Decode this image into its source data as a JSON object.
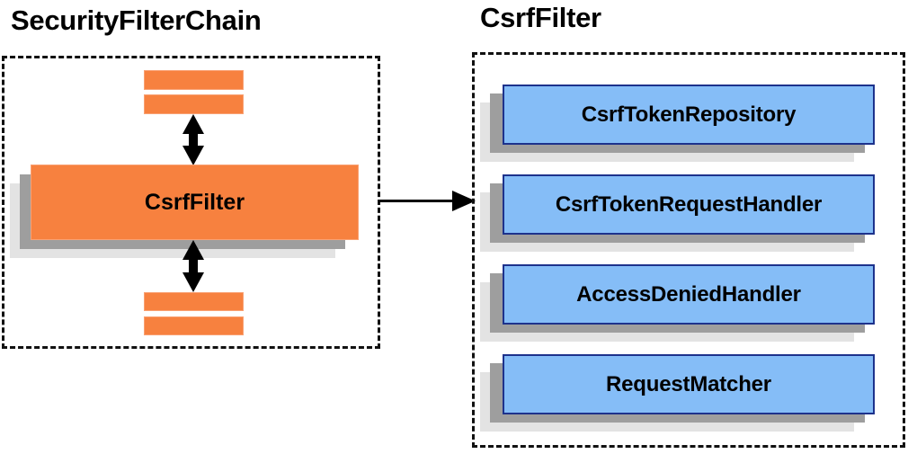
{
  "diagram": {
    "type": "component-relationship-diagram",
    "background_color": "#ffffff",
    "panels": [
      {
        "id": "security-filter-chain",
        "title": "SecurityFilterChain",
        "border_style": "dashed",
        "border_color": "#111111",
        "nodes": [
          {
            "id": "filter-bar-1",
            "label": "",
            "shape": "bar",
            "color": "#f7813f"
          },
          {
            "id": "filter-bar-2",
            "label": "",
            "shape": "bar",
            "color": "#f7813f"
          },
          {
            "id": "csrf-filter",
            "label": "CsrfFilter",
            "shape": "stacked-box",
            "color": "#f7813f"
          },
          {
            "id": "filter-bar-3",
            "label": "",
            "shape": "bar",
            "color": "#f7813f"
          },
          {
            "id": "filter-bar-4",
            "label": "",
            "shape": "bar",
            "color": "#f7813f"
          }
        ],
        "connectors": [
          {
            "id": "arrow-above-csrf-filter",
            "style": "double-headed",
            "orientation": "vertical",
            "color": "#000000"
          },
          {
            "id": "arrow-below-csrf-filter",
            "style": "double-headed",
            "orientation": "vertical",
            "color": "#000000"
          }
        ]
      },
      {
        "id": "csrf-filter-detail",
        "title": "CsrfFilter",
        "border_style": "dashed",
        "border_color": "#111111",
        "nodes": [
          {
            "id": "csrf-token-repository",
            "label": "CsrfTokenRepository",
            "shape": "stacked-box",
            "color": "#85bdf7"
          },
          {
            "id": "csrf-token-request-handler",
            "label": "CsrfTokenRequestHandler",
            "shape": "stacked-box",
            "color": "#85bdf7"
          },
          {
            "id": "access-denied-handler",
            "label": "AccessDeniedHandler",
            "shape": "stacked-box",
            "color": "#85bdf7"
          },
          {
            "id": "request-matcher",
            "label": "RequestMatcher",
            "shape": "stacked-box",
            "color": "#85bdf7"
          }
        ]
      }
    ],
    "cross_panel_connector": {
      "id": "expand-arrow",
      "style": "single-headed",
      "orientation": "horizontal",
      "from": "security-filter-chain",
      "to": "csrf-filter-detail",
      "color": "#000000"
    },
    "colors": {
      "orange_fill": "#f7813f",
      "orange_border": "#f9a173",
      "blue_fill": "#85bdf7",
      "blue_border": "#1d328c",
      "shadow_near": "#9e9e9e",
      "shadow_far": "#e3e3e3",
      "text": "#000000"
    }
  }
}
